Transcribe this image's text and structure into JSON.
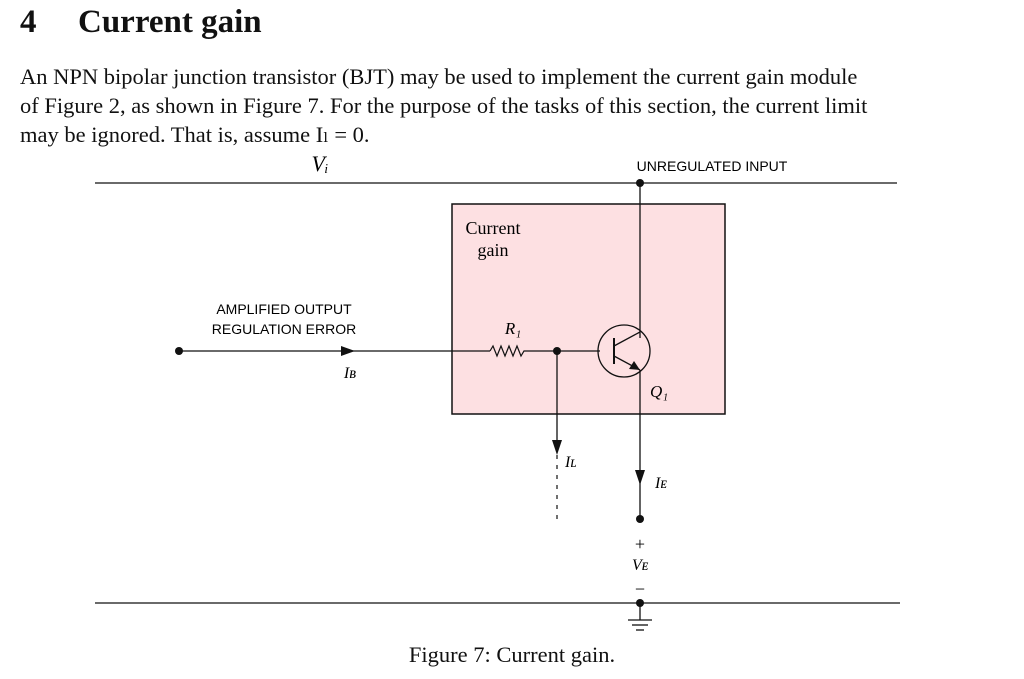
{
  "section": {
    "number": "4",
    "title": "Current gain"
  },
  "paragraph": {
    "line1": "An NPN bipolar junction transistor (BJT) may be used to implement the current gain module",
    "line2": "of Figure 2, as shown in Figure 7. For the purpose of the tasks of this section, the current limit",
    "line3": "may be ignored. That is, assume Iₗ = 0."
  },
  "diagram": {
    "top_rail_label": "Vᵢ",
    "unregulated_label": "UNREGULATED INPUT",
    "module_label_1": "Current",
    "module_label_2": "gain",
    "input_label_1": "AMPLIFIED OUTPUT",
    "input_label_2": "REGULATION ERROR",
    "resistor_label": "R₁",
    "base_current_label": "Iʙ",
    "limit_current_label": "Iʟ",
    "emitter_current_label": "Iᴇ",
    "transistor_label": "Q₁",
    "ve_plus": "+",
    "ve_label": "Vᴇ",
    "ve_minus": "−",
    "colors": {
      "module_fill": "#fde0e2",
      "line": "#111111"
    }
  },
  "caption": "Figure 7: Current gain."
}
